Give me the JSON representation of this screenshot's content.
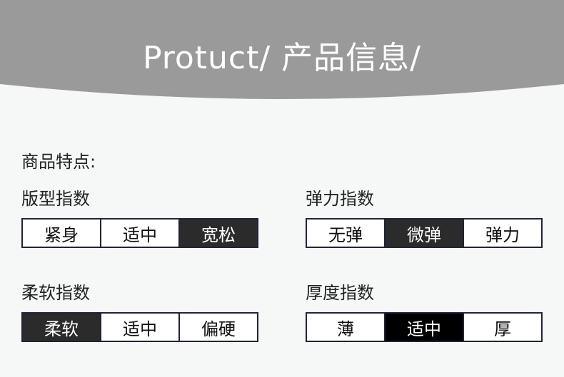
{
  "header": {
    "title": "Protuct/ 产品信息/",
    "band_color": "#9a9a9a"
  },
  "features_heading": "商品特点:",
  "indices": {
    "fit": {
      "title": "版型指数",
      "options": [
        "紧身",
        "适中",
        "宽松"
      ],
      "selected": "宽松"
    },
    "elasticity": {
      "title": "弹力指数",
      "options": [
        "无弹",
        "微弹",
        "弹力"
      ],
      "selected": "微弹"
    },
    "softness": {
      "title": "柔软指数",
      "options": [
        "柔软",
        "适中",
        "偏硬"
      ],
      "selected": "柔软"
    },
    "thickness": {
      "title": "厚度指数",
      "options": [
        "薄",
        "适中",
        "厚"
      ],
      "selected": "适中"
    }
  },
  "colors": {
    "selected": "#2b2b2b",
    "selected_black": "#000000",
    "border": "#22223a"
  }
}
